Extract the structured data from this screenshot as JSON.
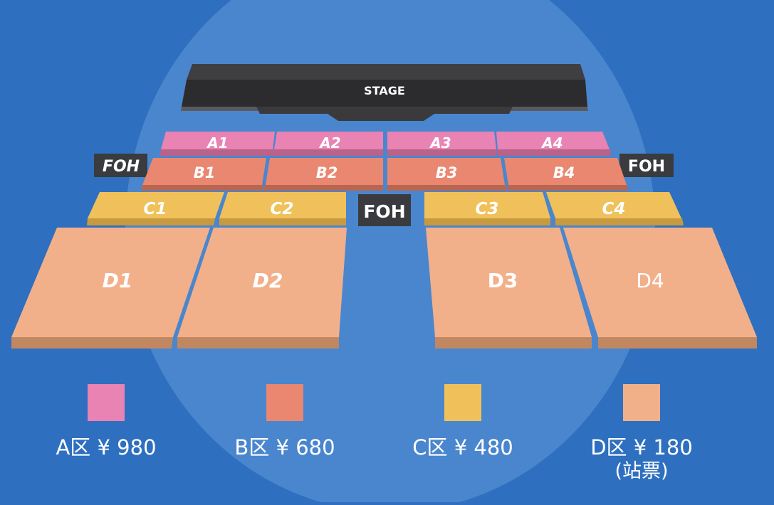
{
  "stage_label": "STAGE",
  "foh_label": "FOH",
  "sections": {
    "A1": "A1",
    "A2": "A2",
    "A3": "A3",
    "A4": "A4",
    "B1": "B1",
    "B2": "B2",
    "B3": "B3",
    "B4": "B4",
    "C1": "C1",
    "C2": "C2",
    "C3": "C3",
    "C4": "C4",
    "D1": "D1",
    "D2": "D2",
    "D3": "D3",
    "D4": "D4"
  },
  "colors": {
    "background": "#2e6fbf",
    "halo": "#4a86ce",
    "stage": "#3f3f42",
    "stage_dark": "#2c2c2e",
    "foh": "#3a3b3e",
    "A": "#e883b4",
    "B": "#ea8770",
    "C": "#f0c15a",
    "D": "#f2b08a"
  },
  "legend": [
    {
      "zone": "A",
      "label": "A区 ¥ 980",
      "note": ""
    },
    {
      "zone": "B",
      "label": "B区 ¥ 680",
      "note": ""
    },
    {
      "zone": "C",
      "label": "C区 ¥ 480",
      "note": ""
    },
    {
      "zone": "D",
      "label": "D区 ¥ 180",
      "note": "(站票)"
    }
  ]
}
